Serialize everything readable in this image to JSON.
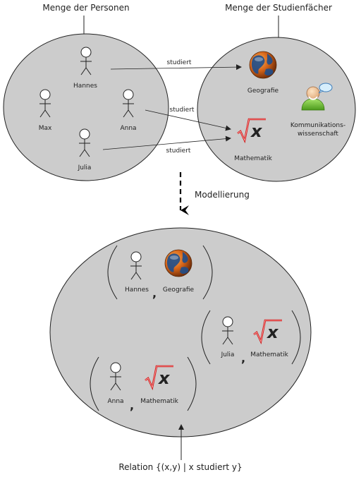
{
  "top": {
    "persons_title": "Menge der Personen",
    "subjects_title": "Menge der Studienfächer",
    "persons": [
      "Hannes",
      "Max",
      "Anna",
      "Julia"
    ],
    "subjects": {
      "geografie": "Geografie",
      "kommunikation_line1": "Kommunikations-",
      "kommunikation_line2": "wissenschaft",
      "mathematik": "Mathematik"
    },
    "relation_labels": [
      "studiert",
      "studiert",
      "studiert"
    ]
  },
  "arrow_label": "Modellierung",
  "bottom": {
    "pairs": [
      {
        "person": "Hannes",
        "subject": "Geografie"
      },
      {
        "person": "Julia",
        "subject": "Mathematik"
      },
      {
        "person": "Anna",
        "subject": "Mathematik"
      }
    ],
    "comma": ",",
    "relation_caption": "Relation {(x,y) | x studiert y}"
  },
  "icons": {
    "person": "stick-figure-icon",
    "geografie": "globe-icon",
    "mathematik": "sqrt-x-icon",
    "kommunikation": "speaking-person-icon"
  },
  "colors": {
    "circle_fill": "#cccccc",
    "stroke": "#222222",
    "globe_orange": "#e8741c",
    "globe_blue": "#1e4e8c",
    "sqrt_red": "#d01818"
  }
}
